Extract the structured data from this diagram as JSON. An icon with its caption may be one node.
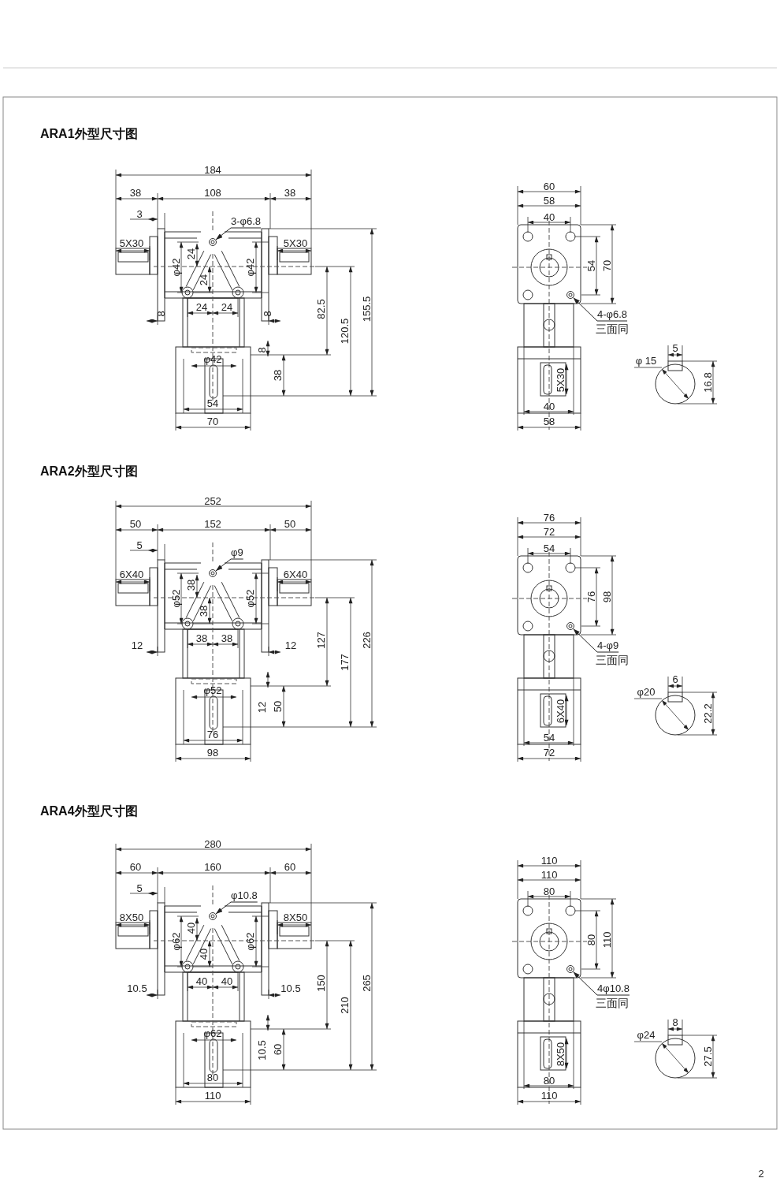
{
  "diagram": {
    "nodes": [
      {
        "text": [
          "3-φ6.8"
        ]
      },
      {
        "text": [],
        "shape": "circle"
      },
      {
        "text": [
          "4-φ6.8"
        ],
        "beside": [
          "三面同"
        ]
      },
      {
        "text": [],
        "shape": "circle"
      },
      {
        "text": [
          "φ9"
        ]
      },
      {
        "text": [],
        "shape": "circle"
      },
      {
        "text": [
          "4-φ9"
        ],
        "beside": [
          "三面同"
        ]
      },
      {
        "text": [],
        "shape": "circle"
      },
      {
        "text": [
          "φ10.8"
        ]
      },
      {
        "text": [],
        "shape": "circle"
      },
      {
        "text": [
          "4φ10.8"
        ],
        "beside": [
          "三面同"
        ]
      },
      {
        "text": [],
        "shape": "circle"
      }
    ],
    "edges": [
      {
        "from": 0,
        "to": 1,
        "arrow": "to"
      },
      {
        "from": 2,
        "to": 3,
        "arrow": "to"
      },
      {
        "from": 4,
        "to": 5,
        "arrow": "to"
      },
      {
        "from": 6,
        "to": 7,
        "arrow": "to"
      },
      {
        "from": 8,
        "to": 9,
        "arrow": "to"
      },
      {
        "from": 10,
        "to": 11,
        "arrow": "to"
      }
    ],
    "labels": [
      "ARA1外型尺寸图",
      "184",
      "38",
      "108",
      "38",
      "3",
      "5X30",
      "5X30",
      "φ42",
      "24",
      "24",
      "φ42",
      "24",
      "24",
      "8",
      "8",
      "82.5",
      "120.5",
      "155.5",
      "8",
      "φ42",
      "38",
      "54",
      "70",
      "60",
      "58",
      "40",
      "54",
      "70",
      "5X30",
      "40",
      "58",
      "5",
      "φ 15",
      "16.8",
      "ARA2外型尺寸图",
      "252",
      "50",
      "152",
      "50",
      "5",
      "6X40",
      "6X40",
      "φ52",
      "38",
      "38",
      "φ52",
      "38",
      "38",
      "12",
      "12",
      "127",
      "177",
      "226",
      "12",
      "φ52",
      "50",
      "76",
      "98",
      "76",
      "72",
      "54",
      "76",
      "98",
      "6X40",
      "54",
      "72",
      "6",
      "φ20",
      "22.2",
      "ARA4外型尺寸图",
      "280",
      "60",
      "160",
      "60",
      "5",
      "8X50",
      "8X50",
      "φ62",
      "40",
      "40",
      "φ62",
      "40",
      "40",
      "10.5",
      "10.5",
      "150",
      "210",
      "265",
      "10.5",
      "φ62",
      "60",
      "80",
      "110",
      "110",
      "110",
      "80",
      "80",
      "110",
      "8X50",
      "80",
      "110",
      "8",
      "φ24",
      "27.5",
      "2"
    ]
  }
}
